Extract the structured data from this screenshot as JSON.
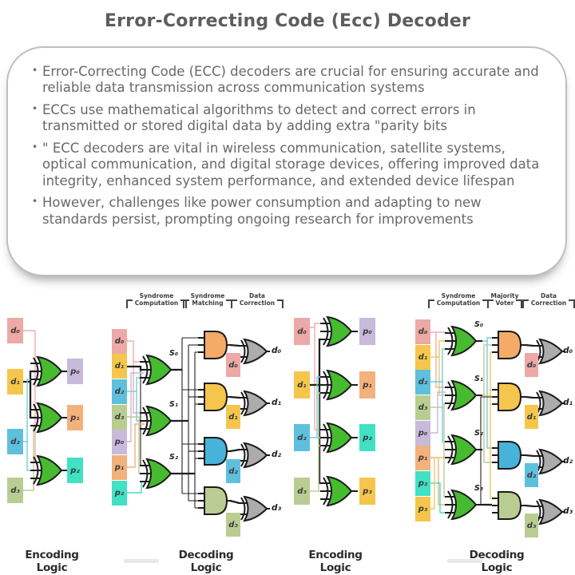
{
  "title": "Error-Correcting Code (Ecc) Decoder",
  "bullets": [
    "Error-Correcting Code (ECC) decoders are crucial for ensuring accurate and reliable data transmission across communication systems",
    "ECCs use mathematical algorithms to detect and correct errors in transmitted or stored digital data by adding extra \"parity bits",
    "\" ECC decoders are vital in wireless communication, satellite systems, optical communication, and digital storage devices, offering improved data integrity, enhanced system performance, and extended device lifespan",
    "However, challenges like power consumption and adapting to new standards persist, prompting ongoing research for improvements"
  ],
  "colors": {
    "d0": "#ECA9A6",
    "d1": "#F5C64B",
    "d2": "#5FC0DE",
    "d3": "#B9CD92",
    "p0": "#C8BADB",
    "p1": "#F3B17B",
    "p2": "#40E2C3",
    "p3": "#F5C64B",
    "gate_green": "#46BB2F",
    "gate_gray": "#ACACAC",
    "and_orange": "#F3AB67",
    "and_yellow": "#F5C64B",
    "and_blue": "#48B3D9",
    "and_sage": "#B9CD92"
  },
  "diagram": {
    "captions": [
      "Encoding Logic",
      "Decoding Logic",
      "Encoding Logic",
      "Decoding Logic"
    ],
    "p2_headers": {
      "h0a": "Syndrome",
      "h0b": "Computation",
      "h1a": "Syndrome",
      "h1b": "Matching",
      "h2a": "Data",
      "h2b": "Correction"
    },
    "p4_headers": {
      "h0a": "Syndrome",
      "h0b": "Computation",
      "h1a": "Majority",
      "h1b": "Voter",
      "h2a": "Data",
      "h2b": "Correction"
    },
    "p1": {
      "inputs": [
        "d₀",
        "d₁",
        "d₂",
        "d₃"
      ],
      "outputs": [
        "p₀",
        "p₁",
        "p₂"
      ]
    },
    "p2": {
      "inputs": [
        "d₀",
        "d₁",
        "d₂",
        "d₃",
        "p₀",
        "p₁",
        "p₂"
      ],
      "syndromes": [
        "S₀",
        "S₁",
        "S₂"
      ],
      "tags": [
        "d₀",
        "d₁",
        "d₂",
        "d₃"
      ],
      "outputs": [
        "d₀",
        "d₁",
        "d₂",
        "d₃"
      ]
    },
    "p3": {
      "inputs": [
        "d₀",
        "d₁",
        "d₂",
        "d₃"
      ],
      "outputs": [
        "p₀",
        "p₁",
        "p₂",
        "p₃"
      ]
    },
    "p4": {
      "inputs": [
        "d₀",
        "d₁",
        "d₂",
        "d₃",
        "p₀",
        "p₁",
        "p₂",
        "p₃"
      ],
      "syndromes": [
        "S₀",
        "S₁",
        "S₂",
        "S₃"
      ],
      "tags": [
        "d₀",
        "d₁",
        "d₂",
        "d₃"
      ],
      "outputs": [
        "d₀",
        "d₁",
        "d₂",
        "d₃"
      ]
    }
  }
}
